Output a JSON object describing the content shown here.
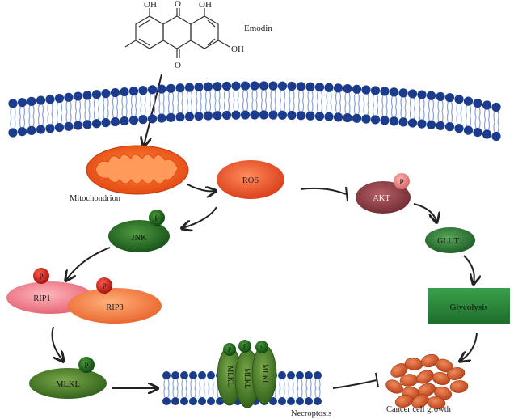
{
  "labels": {
    "emodin": "Emodin",
    "oh_top_left": "OH",
    "oh_top_right": "OH",
    "oh_right": "OH",
    "o_top": "O",
    "o_bottom": "O",
    "mitochondrion": "Mitochondrion",
    "ros": "ROS",
    "jnk": "JNK",
    "rip1": "RIP1",
    "rip3": "RIP3",
    "mlkl": "MLKL",
    "mlkl_pore": "MLKL",
    "necroptosis": "Necroptosis",
    "akt": "AKT",
    "glut1": "GLUT1",
    "glycolysis": "Glycolysis",
    "cancer_cell_growth": "Cancer cell growth",
    "phospho": "P"
  },
  "colors": {
    "lipid_head": "#1b3b8c",
    "lipid_tail": "#8aa2d6",
    "mito_outer": "#e8551c",
    "mito_inner": "#ff9a5a",
    "ros": "#e0401a",
    "jnk": "#1f6b22",
    "rip1": "#e86c7a",
    "rip3": "#f07a3a",
    "mlkl": "#3f7a22",
    "akt": "#8e4048",
    "glut1": "#2a7a38",
    "glycolysis": "#2c8a3a",
    "cancer_cells": "#d8552a",
    "phospho_red": "#d2221c",
    "phospho_green": "#1e6b1e",
    "phospho_pink": "#e88888"
  }
}
